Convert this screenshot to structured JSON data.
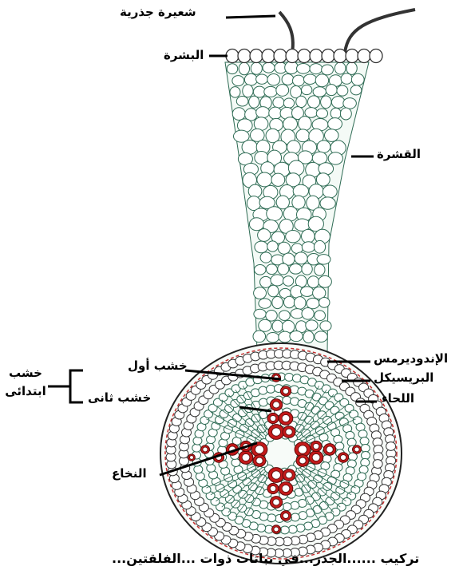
{
  "labels": {
    "root_hair": "شعيرة جذرية",
    "epidermis": "البشرة",
    "cortex": "القشرة",
    "endodermis": "الإندوديرمس",
    "pericycle": "البريسيكل",
    "phloem": "اللحاء",
    "protoxylem": "خشب أول",
    "metaxylem": "خشب ثانى",
    "primary_xylem": "خشب ابتدائى",
    "pith": "النخاع"
  },
  "caption": "تركيب ......الجذر...في نباتات ذوات ...الفلقتين...",
  "colors": {
    "cell_outline": "#2e6b54",
    "xylem": "#c41a1a",
    "xylem_center": "#ffffff",
    "dashed_ring": "#c43030",
    "outer_ring": "#222222"
  }
}
